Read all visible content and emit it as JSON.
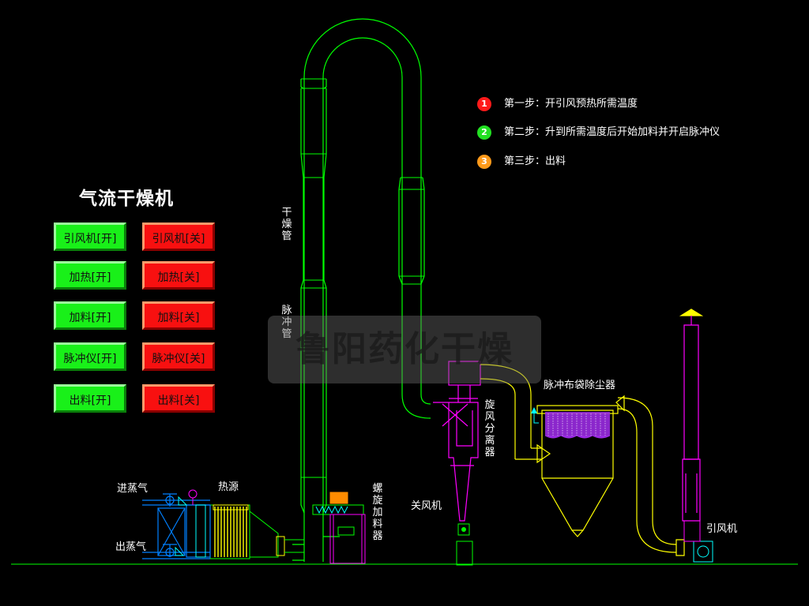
{
  "title": "气流干燥机",
  "controls": [
    {
      "on": "引风机[开]",
      "off": "引风机[关]"
    },
    {
      "on": "加热[开]",
      "off": "加热[关]"
    },
    {
      "on": "加料[开]",
      "off": "加料[关]"
    },
    {
      "on": "脉冲仪[开]",
      "off": "脉冲仪[关]"
    },
    {
      "on": "出料[开]",
      "off": "出料[关]"
    }
  ],
  "steps": [
    {
      "num": "1",
      "text": "第一步：开引风预热所需温度",
      "color": "#ff1a1a"
    },
    {
      "num": "2",
      "text": "第二步：升到所需温度后开始加料并开启脉冲仪",
      "color": "#22e022"
    },
    {
      "num": "3",
      "text": "第三步：出料",
      "color": "#ff9a1a"
    }
  ],
  "labels": {
    "steam_in": "进蒸气",
    "steam_out": "出蒸气",
    "heat_source": "热源",
    "dry_tube": "干燥管",
    "pulse_tube": "脉冲管",
    "screw_feeder": "螺旋加料器",
    "cyclone": "旋风分离器",
    "airlock": "关风机",
    "bag_filter": "脉冲布袋除尘器",
    "fan": "引风机"
  },
  "watermark": "鲁阳药化干燥",
  "colors": {
    "pipe": "#00ff00",
    "duct": "#ffff00",
    "cyclone": "#ff00ff",
    "steam": "#0080ff",
    "background": "#000000"
  }
}
